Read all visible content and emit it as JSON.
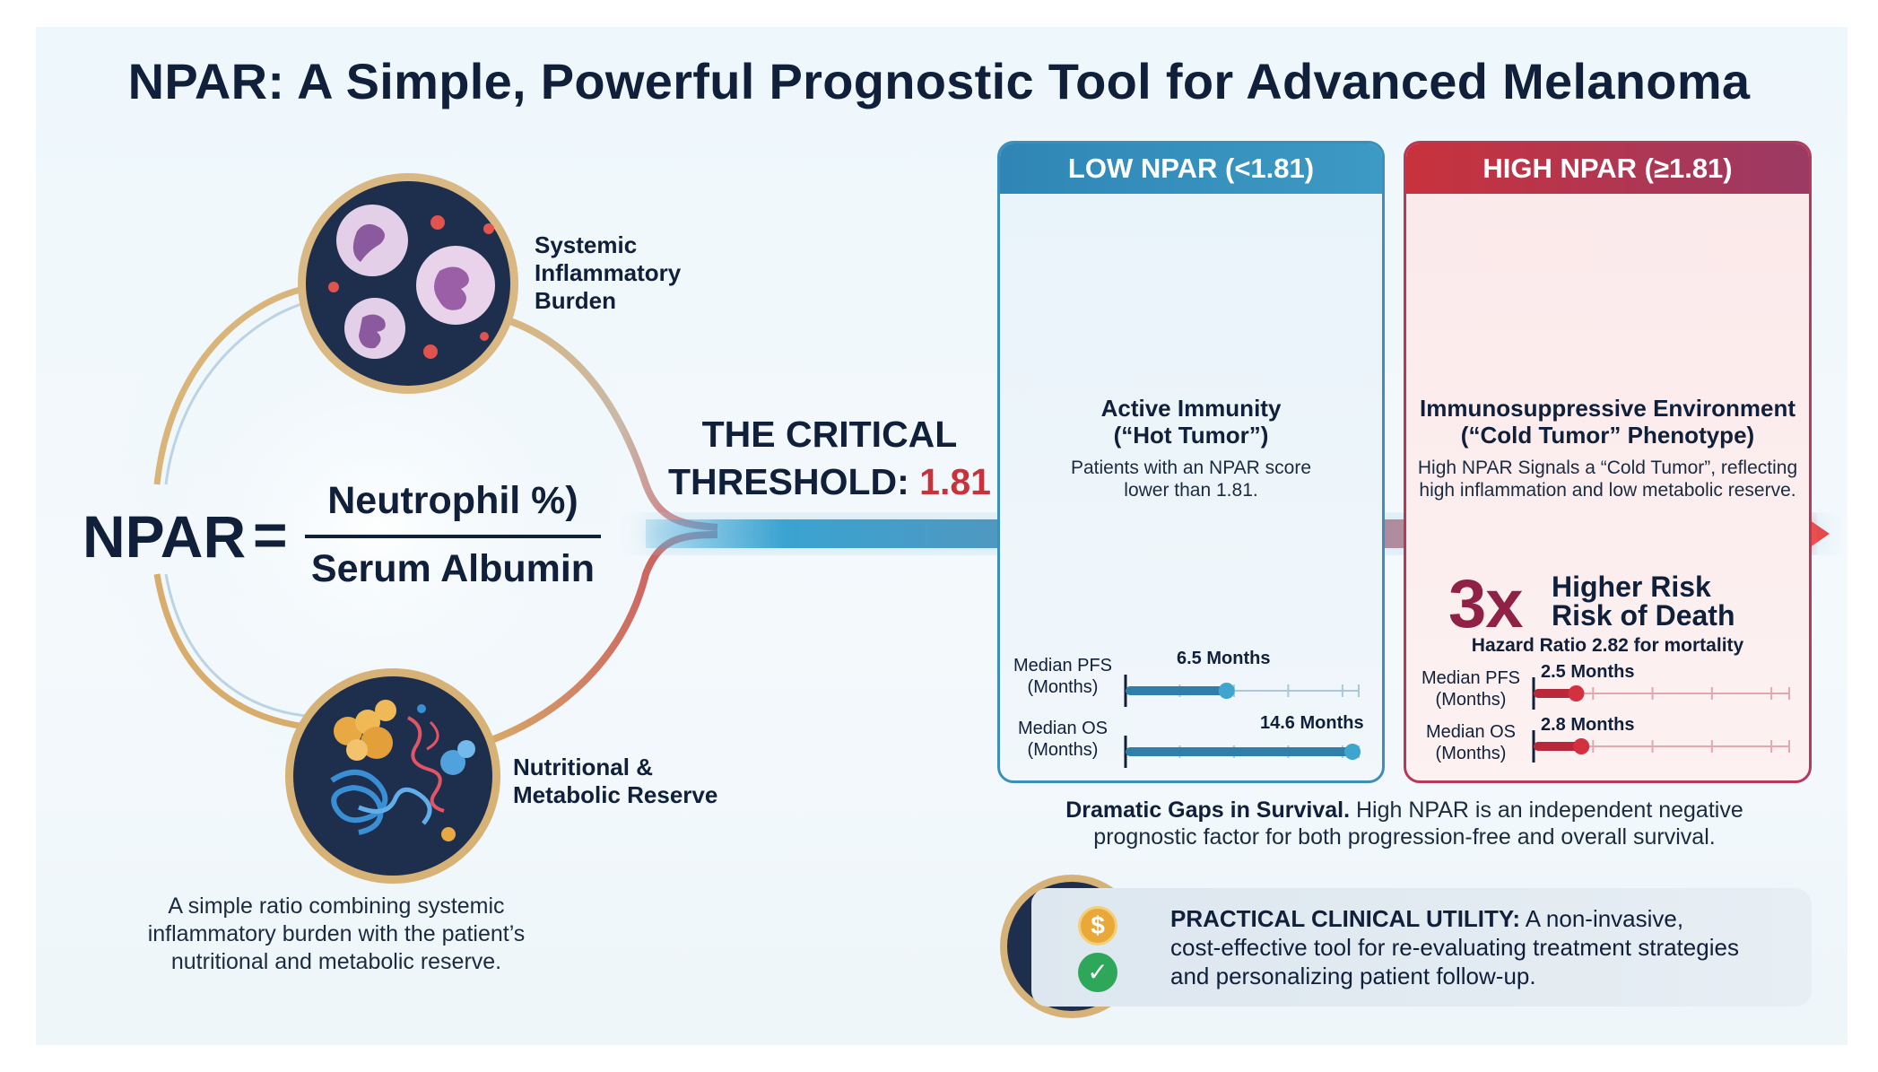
{
  "title": "NPAR: A Simple, Powerful Prognostic Tool for Advanced Melanoma",
  "formula": {
    "lhs": "NPAR",
    "eq": "=",
    "numerator": "Neutrophil %)",
    "denominator": "Serum Albumin"
  },
  "labels": {
    "inflammatory": [
      "Systemic",
      "Inflammatory",
      "Burden"
    ],
    "nutritional": [
      "Nutritional &",
      "Metabolic Reserve"
    ]
  },
  "left_caption": "A simple ratio combining systemic inflammatory burden with the patient’s nutritional and metabolic reserve.",
  "threshold": {
    "line1": "THE CRITICAL",
    "line2": "THRESHOLD:",
    "value": "1.81"
  },
  "low_panel": {
    "header": "LOW NPAR (<1.81)",
    "subtitle1": "Active Immunity",
    "subtitle2": "(“Hot Tumor”)",
    "desc1": "Patients with an NPAR score",
    "desc2": "lower than 1.81."
  },
  "high_panel": {
    "header": "HIGH NPAR (≥1.81)",
    "subtitle1": "Immunosuppressive Environment",
    "subtitle2": "(“Cold Tumor” Phenotype)",
    "desc1": "High NPAR Signals a “Cold Tumor”, reflecting",
    "desc2": "high inflammation and low metabolic reserve.",
    "risk_big": "3x",
    "risk_line1": "Higher Risk",
    "risk_line2": "Risk of Death",
    "hazard": "Hazard Ratio 2.82 for mortality"
  },
  "chart_data": [
    {
      "type": "bar",
      "categories": [
        "Median PFS (Months)",
        "Median OS (Months)"
      ],
      "series": [
        {
          "values": [
            6.5,
            14.6
          ]
        }
      ],
      "value_labels": [
        "6.5 Months",
        "14.6 Months"
      ],
      "xlim": [
        0,
        15
      ]
    },
    {
      "type": "bar",
      "categories": [
        "Median PFS (Months)",
        "Median OS (Months)"
      ],
      "series": [
        {
          "values": [
            2.5,
            2.8
          ]
        }
      ],
      "value_labels": [
        "2.5 Months",
        "2.8 Months"
      ],
      "xlim": [
        0,
        15
      ]
    }
  ],
  "bar_labels": {
    "pfs_a": "Median PFS",
    "pfs_b": "(Months)",
    "os_a": "Median OS",
    "os_b": "(Months)"
  },
  "gaps": {
    "bold": "Dramatic Gaps in Survival.",
    "line1_rest": " High NPAR is an independent negative",
    "line2": "prognostic factor for both progression-free and overall survival."
  },
  "utility": {
    "bold": "PRACTICAL CLINICAL UTILITY:",
    "rest1": " A non-invasive,",
    "line2": "cost-effective tool for re-evaluating treatment strategies",
    "line3": "and personalizing patient follow-up."
  },
  "icons": {
    "coin_symbol": "$",
    "check_symbol": "✓"
  },
  "colors": {
    "low_accent": "#2f86b5",
    "high_accent": "#c8323c",
    "threshold_red": "#c8323a",
    "dark_navy": "#10203a"
  }
}
